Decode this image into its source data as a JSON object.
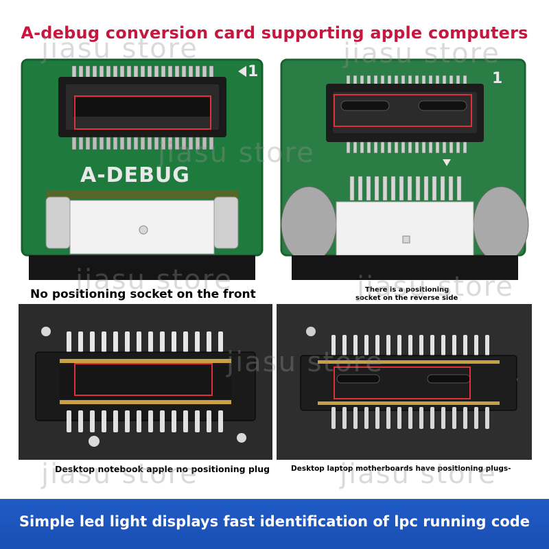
{
  "title": "A-debug conversion card supporting apple computers",
  "watermark": "jiasu  store",
  "board_label": "A-DEBUG",
  "pin_marker": "1",
  "captions": {
    "front": "No positioning socket on the front",
    "reverse_line1": "There is a positioning",
    "reverse_line2": "socket on the reverse side",
    "desktop_no_plug": "Desktop notebook apple no positioning plug",
    "desktop_plug": "Desktop laptop motherboards have positioning plugs-"
  },
  "bottom_banner": "Simple led light displays fast identification of lpc running code",
  "colors": {
    "title": "#c8163e",
    "pcb_green": "#1f7a3e",
    "highlight": "#e0303a",
    "banner": "#1f5bc6"
  }
}
